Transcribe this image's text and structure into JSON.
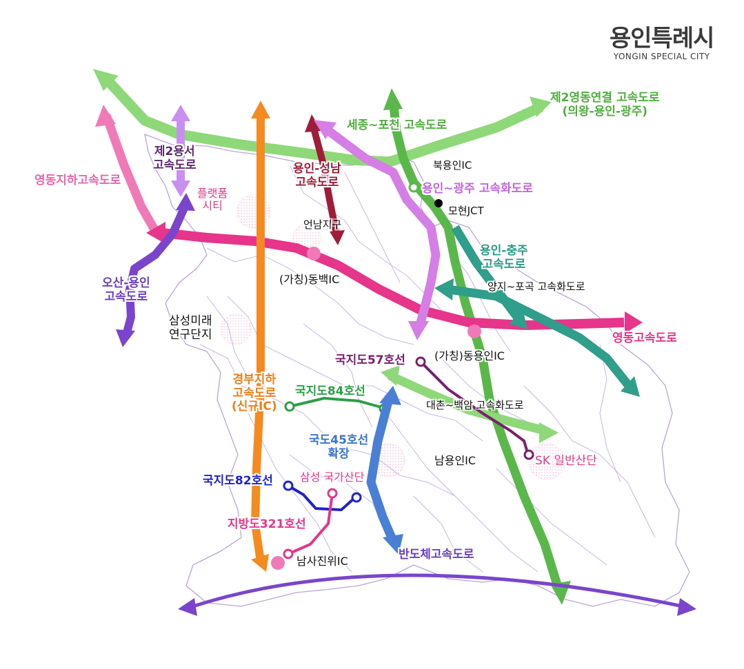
{
  "logo": {
    "korean": "용인특례시",
    "english": "YONGIN SPECIAL CITY"
  },
  "colors": {
    "light_green": "#8fd87a",
    "green": "#5ab84a",
    "dark_green": "#2e9e48",
    "pink": "#f07ab8",
    "magenta": "#e6358a",
    "purple": "#7a45cc",
    "lilac": "#c98ff0",
    "orchid": "#d57ee6",
    "crimson": "#a01d3a",
    "orange": "#f58a1f",
    "teal": "#2f9e8a",
    "blue": "#4a7fd6",
    "navy": "#1f22c9",
    "plum": "#7a1f70",
    "boundary": "#b9a4d8"
  },
  "labels": {
    "expressway_2_yeongdong": "제2영동연결 고속도로",
    "expressway_2_yeongdong_sub": "(의왕-용인-광주)",
    "sejong_pocheon": "세종~포천 고속도로",
    "bukyongin_ic": "북용인IC",
    "yongin_gwangju": "용인~광주 고속화도로",
    "mohyeon_jct": "모현JCT",
    "yongin_seongnam_1": "용인-성남",
    "yongin_seongnam_2": "고속도로",
    "second_yongseo_1": "제2용서",
    "second_yongseo_2": "고속도로",
    "yeongdong_underground": "영동지하고속도로",
    "platform_city_1": "플랫폼",
    "platform_city_2": "시티",
    "eonnam": "언남지구",
    "dongbaek_ic": "(가칭)동백IC",
    "osan_yongin_1": "오산-용인",
    "osan_yongin_2": "고속도로",
    "yongin_chungju_1": "용인-충주",
    "yongin_chungju_2": "고속도로",
    "yangji_pogok": "양지~포곡 고속화도로",
    "samsung_rnd_1": "삼성미래",
    "samsung_rnd_2": "연구단지",
    "yeongdong_expressway": "영동고속도로",
    "nr57": "국지도57호선",
    "dongyongin_ic": "(가칭)동용인IC",
    "gyeongbu_1": "경부지하",
    "gyeongbu_2": "고속도로",
    "gyeongbu_3": "(신규IC)",
    "nr84": "국지도84호선",
    "daechon_baegam": "대촌~백암 고속화도로",
    "nr45_1": "국도45호선",
    "nr45_2": "확장",
    "namyongin_ic": "남용인IC",
    "sk_complex": "SK 일반산단",
    "nr82": "국지도82호선",
    "samsung_national": "삼성 국가산단",
    "lr321": "지방도321호선",
    "namsajinwi_ic": "남사진위IC",
    "semiconductor": "반도체고속도로"
  }
}
